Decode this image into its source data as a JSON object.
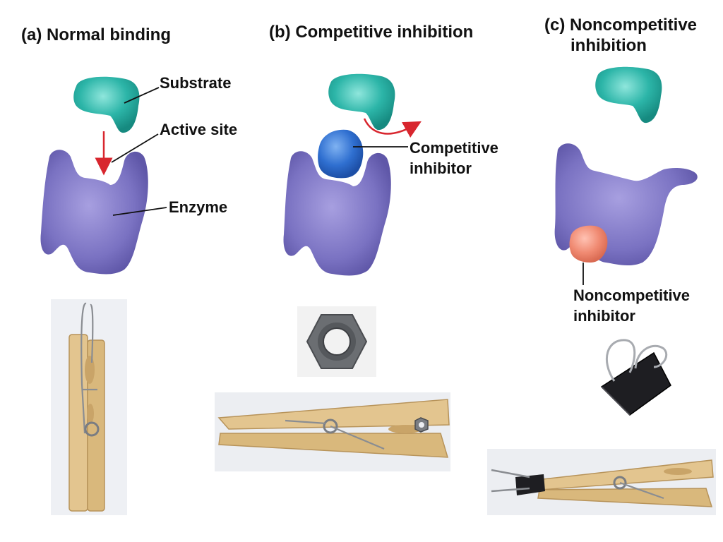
{
  "panels": {
    "a": {
      "title": "(a) Normal binding"
    },
    "b": {
      "title": "(b) Competitive inhibition"
    },
    "c": {
      "title_line1": "(c) Noncompetitive",
      "title_line2": "inhibition"
    }
  },
  "labels": {
    "substrate": "Substrate",
    "active_site": "Active site",
    "enzyme": "Enzyme",
    "competitive_line1": "Competitive",
    "competitive_line2": "inhibitor",
    "noncompetitive_line1": "Noncompetitive",
    "noncompetitive_line2": "inhibitor"
  },
  "colors": {
    "enzyme": "#7a72c2",
    "substrate": "#2cb5a8",
    "competitive_inhibitor": "#2f6fd0",
    "noncompetitive_inhibitor": "#f08a72",
    "arrow": "#d8262e",
    "wood": "#e3c58f",
    "metal": "#6b6e72"
  },
  "icons": {
    "photo_a": "vertical-clothespin-photo",
    "photo_b_nut": "hex-nut-photo",
    "photo_b_pin": "clothespin-with-nut-photo",
    "photo_c_clip": "binder-clip-photo",
    "photo_c_pin": "clothespin-with-binder-clip-photo"
  }
}
